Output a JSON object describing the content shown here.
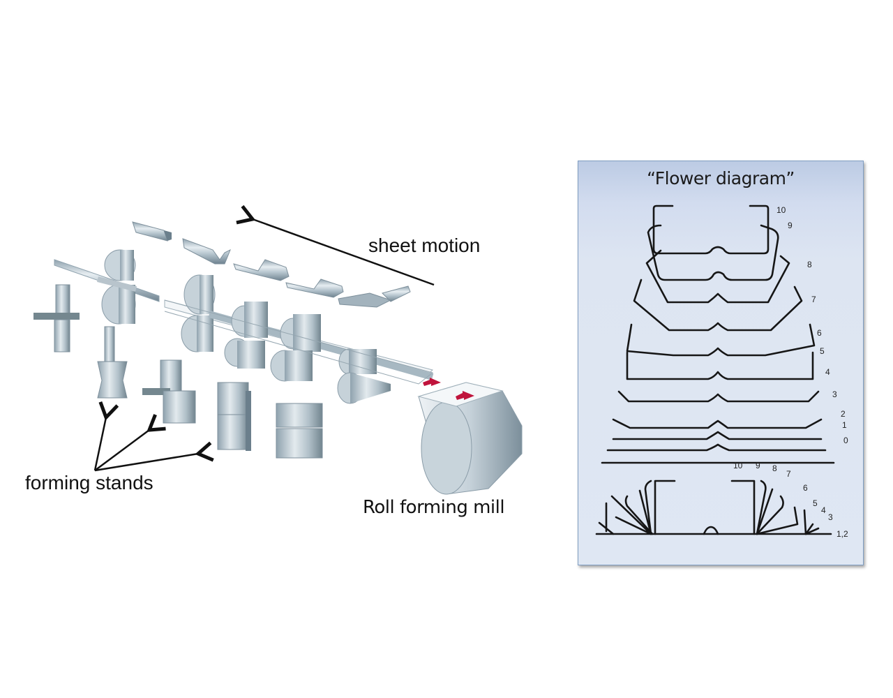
{
  "labels": {
    "sheet_motion": "sheet motion",
    "forming_stands": "forming stands",
    "roll_forming_mill": "Roll forming mill"
  },
  "flower_diagram": {
    "title": "“Flower diagram”",
    "stage_labels_top": [
      "10",
      "9",
      "8",
      "7",
      "6",
      "5",
      "4",
      "3",
      "2",
      "1",
      "0"
    ],
    "stage_labels_bottom": [
      "10",
      "9",
      "8",
      "7",
      "6",
      "5",
      "4",
      "3",
      "1,2"
    ]
  },
  "colors": {
    "steel": "#a9b9c4",
    "steel_dark": "#7d8f9b",
    "arrow_red": "#c0143c",
    "panel_border": "#7f9dc2",
    "panel_bg": "#dfe7f3",
    "ink": "#111111"
  }
}
